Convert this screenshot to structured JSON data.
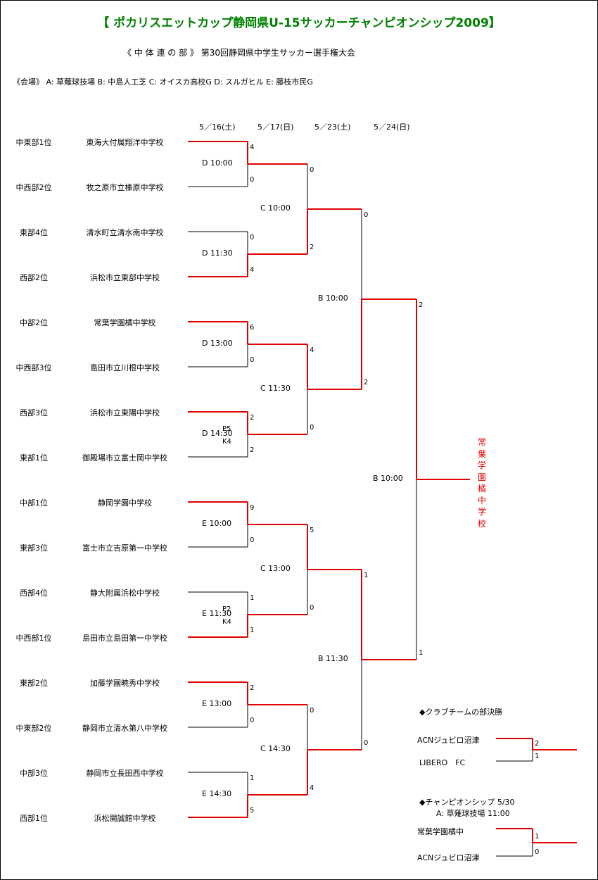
{
  "title": "【 ポカリスエットカップ静岡県U-15サッカーチャンピオンシップ2009】",
  "subtitle": "《 中 体 連 の 部 》  第30回静岡県中学生サッカー選手権大会",
  "venues": "《会場》   A: 草薙球技場    B: 中島人工芝     C: オイスカ高校G    D: スルガヒル     E: 藤枝市民G",
  "dates": [
    "5／16(土)",
    "5／17(日)",
    "5／23(土)",
    "5／24(日)"
  ],
  "teams": [
    {
      "rank": "中東部1位",
      "school": "東海大付属翔洋中学校"
    },
    {
      "rank": "中西部2位",
      "school": "牧之原市立榛原中学校"
    },
    {
      "rank": "東部4位",
      "school": "清水町立清水南中学校"
    },
    {
      "rank": "西部2位",
      "school": "浜松市立東部中学校"
    },
    {
      "rank": "中部2位",
      "school": "常葉学園橘中学校"
    },
    {
      "rank": "中西部3位",
      "school": "島田市立川根中学校"
    },
    {
      "rank": "西部3位",
      "school": "浜松市立東陽中学校"
    },
    {
      "rank": "東部1位",
      "school": "御殿場市立富士岡中学校"
    },
    {
      "rank": "中部1位",
      "school": "静岡学園中学校"
    },
    {
      "rank": "東部3位",
      "school": "富士市立吉原第一中学校"
    },
    {
      "rank": "西部4位",
      "school": "静大附属浜松中学校"
    },
    {
      "rank": "中西部1位",
      "school": "島田市立島田第一中学校"
    },
    {
      "rank": "東部2位",
      "school": "加藤学園暁秀中学校"
    },
    {
      "rank": "中東部2位",
      "school": "静岡市立清水第八中学校"
    },
    {
      "rank": "中部3位",
      "school": "静岡市立長田西中学校"
    },
    {
      "rank": "西部1位",
      "school": "浜松開誠館中学校"
    }
  ],
  "round1": [
    {
      "label": "D 10:00",
      "scores": [
        "4",
        "0"
      ],
      "winner": 0
    },
    {
      "label": "D 11:30",
      "scores": [
        "0",
        "4"
      ],
      "winner": 1
    },
    {
      "label": "D 13:00",
      "scores": [
        "6",
        "0"
      ],
      "winner": 0
    },
    {
      "label": "D 14:30",
      "scores": [
        "2",
        "2"
      ],
      "winner": 0,
      "pk": [
        "P5",
        "K4"
      ]
    },
    {
      "label": "E 10:00",
      "scores": [
        "9",
        "0"
      ],
      "winner": 0
    },
    {
      "label": "E 11:30",
      "scores": [
        "1",
        "1"
      ],
      "winner": 1,
      "pk": [
        "P2",
        "K4"
      ]
    },
    {
      "label": "E 13:00",
      "scores": [
        "2",
        "0"
      ],
      "winner": 0
    },
    {
      "label": "E 14:30",
      "scores": [
        "1",
        "5"
      ],
      "winner": 1
    }
  ],
  "round2": [
    {
      "label": "C 10:00",
      "scores": [
        "0",
        "2"
      ],
      "winner": 1
    },
    {
      "label": "C 11:30",
      "scores": [
        "4",
        "0"
      ],
      "winner": 0
    },
    {
      "label": "C 13:00",
      "scores": [
        "5",
        "0"
      ],
      "winner": 0
    },
    {
      "label": "C 14:30",
      "scores": [
        "0",
        "4"
      ],
      "winner": 1
    }
  ],
  "round3": [
    {
      "label": "B 10:00",
      "scores": [
        "0",
        "2"
      ],
      "winner": 1
    },
    {
      "label": "B 11:30",
      "scores": [
        "1",
        "0"
      ],
      "winner": 0
    }
  ],
  "final": {
    "label": "B 10:00",
    "scores": [
      "2",
      "1"
    ],
    "winner": 0
  },
  "champion": "常葉学園橘中学校",
  "club": {
    "heading": "◆クラブチームの部決勝",
    "team_a": "ACNジュビロ沼津",
    "team_b": "LIBERO　FC",
    "scores": [
      "2",
      "1"
    ]
  },
  "championship": {
    "heading": "◆チャンピオンシップ   5/30",
    "venue": "A: 草薙球技場    11:00",
    "team_a": "常葉学園橘中",
    "team_b": "ACNジュビロ沼津",
    "scores": [
      "1",
      "0"
    ]
  },
  "colors": {
    "win": "#e00000",
    "lose": "#000000",
    "title": "#008000"
  }
}
